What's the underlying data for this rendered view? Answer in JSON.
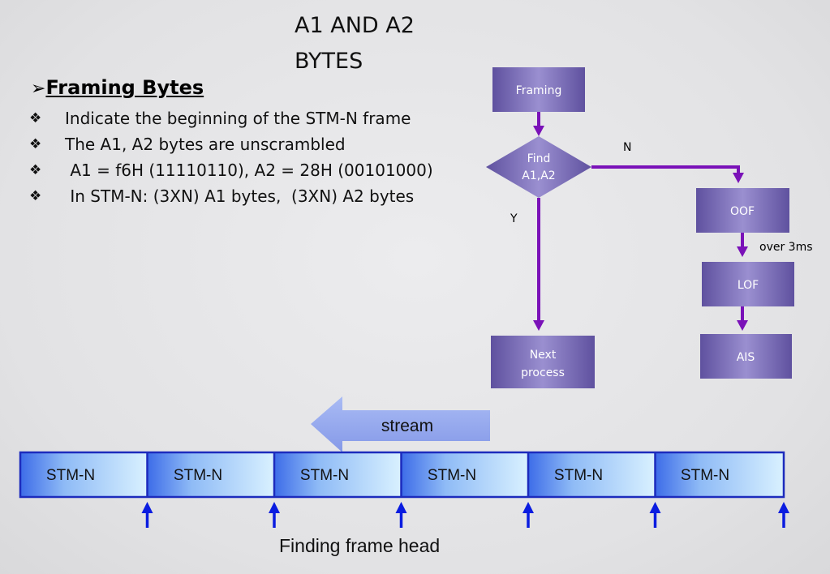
{
  "slide": {
    "title": "A1 AND A2 BYTES",
    "heading_marker": "➢",
    "heading": "Framing Bytes",
    "bullets": [
      {
        "marker": "❖",
        "text": "Indicate the beginning of the STM-N frame"
      },
      {
        "marker": "❖",
        "text": "The A1, A2 bytes are unscrambled"
      },
      {
        "marker": "❖",
        "text": " A1 = f6H (11110110), A2 = 28H (00101000)"
      },
      {
        "marker": "❖",
        "text": " In STM-N: (3XN) A1 bytes,  (3XN) A2 bytes"
      }
    ]
  },
  "flowchart": {
    "framing": "Framing",
    "decision_line1": "Find",
    "decision_line2": "A1,A2",
    "yes_label": "Y",
    "no_label": "N",
    "next_line1": "Next",
    "next_line2": "process",
    "oof": "OOF",
    "delay_label": "over 3ms",
    "lof": "LOF",
    "ais": "AIS"
  },
  "stream": {
    "label": "stream",
    "segments": [
      "STM-N",
      "STM-N",
      "STM-N",
      "STM-N",
      "STM-N",
      "STM-N"
    ],
    "caption": "Finding frame head"
  },
  "colors": {
    "box_purple": "#7a6eb4",
    "connector_purple": "#7a11b8",
    "segment_border": "#1c2bbd",
    "marker_blue": "#0a1ce0",
    "stream_arrow": "#8fa5ee"
  }
}
